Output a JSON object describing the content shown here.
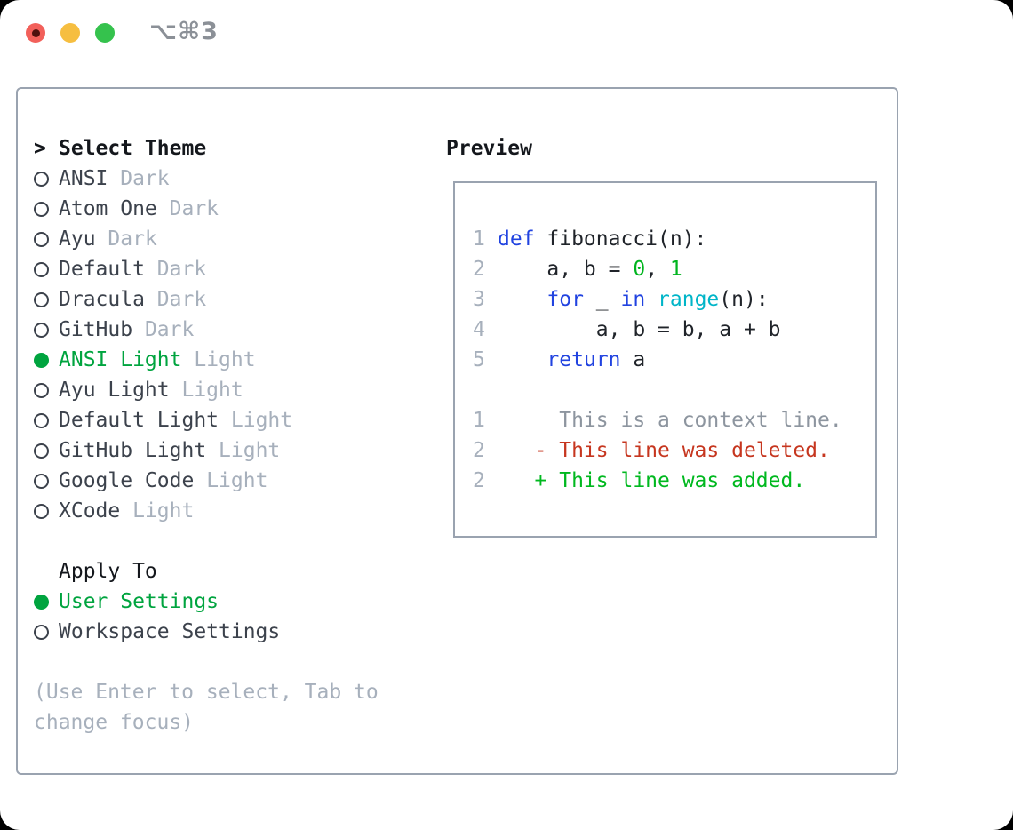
{
  "window": {
    "title": "⌥⌘3"
  },
  "traffic_lights": {
    "red": "#f2605a",
    "yellow": "#f6be40",
    "green": "#35c24d",
    "record_dot": "#4e100d"
  },
  "theme_panel": {
    "cursor": ">",
    "heading": "Select Theme",
    "items": [
      {
        "name": "ANSI",
        "variant": "Dark",
        "selected": false
      },
      {
        "name": "Atom One",
        "variant": "Dark",
        "selected": false
      },
      {
        "name": "Ayu",
        "variant": "Dark",
        "selected": false
      },
      {
        "name": "Default",
        "variant": "Dark",
        "selected": false
      },
      {
        "name": "Dracula",
        "variant": "Dark",
        "selected": false
      },
      {
        "name": "GitHub",
        "variant": "Dark",
        "selected": false
      },
      {
        "name": "ANSI Light",
        "variant": "Light",
        "selected": true
      },
      {
        "name": "Ayu Light",
        "variant": "Light",
        "selected": false
      },
      {
        "name": "Default Light",
        "variant": "Light",
        "selected": false
      },
      {
        "name": "GitHub Light",
        "variant": "Light",
        "selected": false
      },
      {
        "name": "Google Code",
        "variant": "Light",
        "selected": false
      },
      {
        "name": "XCode",
        "variant": "Light",
        "selected": false
      }
    ]
  },
  "apply_to": {
    "heading": "Apply To",
    "options": [
      {
        "label": "User Settings",
        "selected": true
      },
      {
        "label": "Workspace Settings",
        "selected": false
      }
    ]
  },
  "help_text": "(Use Enter to select, Tab to change focus)",
  "preview": {
    "heading": "Preview",
    "code_lines": [
      {
        "num": "1",
        "tokens": [
          {
            "text": "def",
            "type": "keyword"
          },
          {
            "text": " fibonacci(n):",
            "type": "plain"
          }
        ]
      },
      {
        "num": "2",
        "tokens": [
          {
            "text": "    a, b = ",
            "type": "plain"
          },
          {
            "text": "0",
            "type": "number"
          },
          {
            "text": ", ",
            "type": "plain"
          },
          {
            "text": "1",
            "type": "number"
          }
        ]
      },
      {
        "num": "3",
        "tokens": [
          {
            "text": "    ",
            "type": "plain"
          },
          {
            "text": "for",
            "type": "keyword"
          },
          {
            "text": " _ ",
            "type": "plain"
          },
          {
            "text": "in",
            "type": "keyword"
          },
          {
            "text": " ",
            "type": "plain"
          },
          {
            "text": "range",
            "type": "builtin"
          },
          {
            "text": "(n):",
            "type": "plain"
          }
        ]
      },
      {
        "num": "4",
        "tokens": [
          {
            "text": "        a, b = b, a + b",
            "type": "plain"
          }
        ]
      },
      {
        "num": "5",
        "tokens": [
          {
            "text": "    ",
            "type": "plain"
          },
          {
            "text": "return",
            "type": "keyword"
          },
          {
            "text": " a",
            "type": "plain"
          }
        ]
      }
    ],
    "diff_lines": [
      {
        "num": "1",
        "text": "     This is a context line.",
        "kind": "context"
      },
      {
        "num": "2",
        "text": "   - This line was deleted.",
        "kind": "deleted"
      },
      {
        "num": "2",
        "text": "   + This line was added.",
        "kind": "added"
      }
    ]
  },
  "colors": {
    "selected_green": "#00a43f",
    "keyword_blue": "#2143e0",
    "builtin_cyan": "#00b5c8",
    "literal_green": "#00b41e",
    "deleted_red": "#c6361f",
    "added_green": "#00b81f",
    "muted_gray": "#a7b0bc",
    "context_gray": "#8d959f",
    "border_gray": "#9aa3b0",
    "text_dark": "#3c424c"
  }
}
